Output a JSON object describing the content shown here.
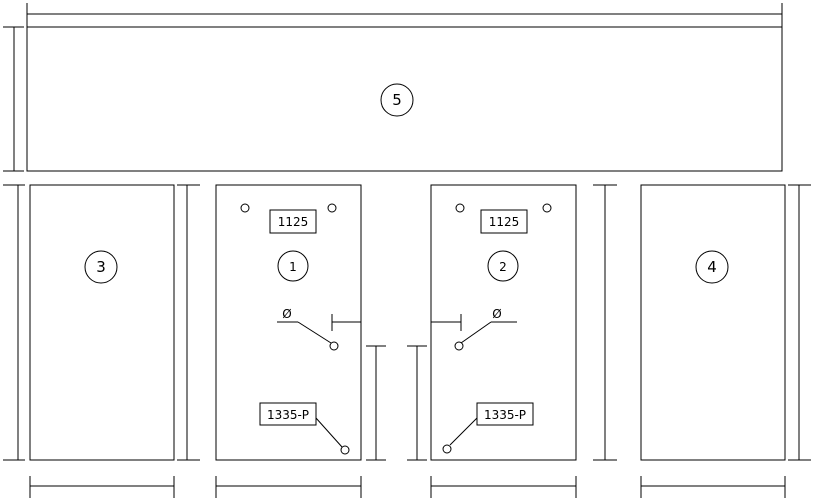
{
  "diagram": {
    "panels": [
      {
        "id": "5",
        "label": "5"
      },
      {
        "id": "3",
        "label": "3"
      },
      {
        "id": "1",
        "label": "1"
      },
      {
        "id": "2",
        "label": "2"
      },
      {
        "id": "4",
        "label": "4"
      }
    ],
    "door_1": {
      "part_label": "1125",
      "hinge_label": "1335-P",
      "diameter_symbol": "Ø"
    },
    "door_2": {
      "part_label": "1125",
      "hinge_label": "1335-P",
      "diameter_symbol": "Ø"
    }
  }
}
